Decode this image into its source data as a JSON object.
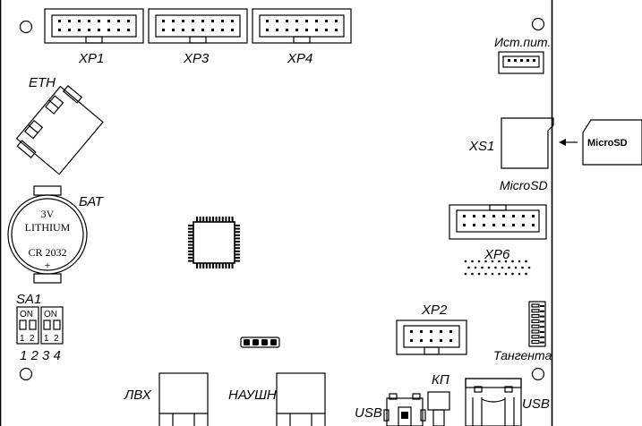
{
  "labels": {
    "xp1": "XP1",
    "xp3": "XP3",
    "xp4": "XP4",
    "power": "Ист.пит.",
    "eth": "ETH",
    "xs1": "XS1",
    "microsd": "MicroSD",
    "microsd_card": "MicroSD",
    "bat": "БАТ",
    "xp6": "XP6",
    "sa1": "SA1",
    "xp2": "XP2",
    "tangenta": "Тангента",
    "switch_numbers": "1 2 3 4",
    "lvx": "ЛВХ",
    "naushn": "НАУШН",
    "kp": "КП",
    "usb_left": "USB",
    "usb_right": "USB"
  },
  "battery": {
    "voltage": "3V",
    "chemistry": "LITHIUM",
    "model": "CR 2032",
    "polarity": "+"
  },
  "dip_switches": [
    {
      "on_label": "ON",
      "positions": [
        "1",
        "2"
      ]
    },
    {
      "on_label": "ON",
      "positions": [
        "1",
        "2"
      ]
    }
  ]
}
